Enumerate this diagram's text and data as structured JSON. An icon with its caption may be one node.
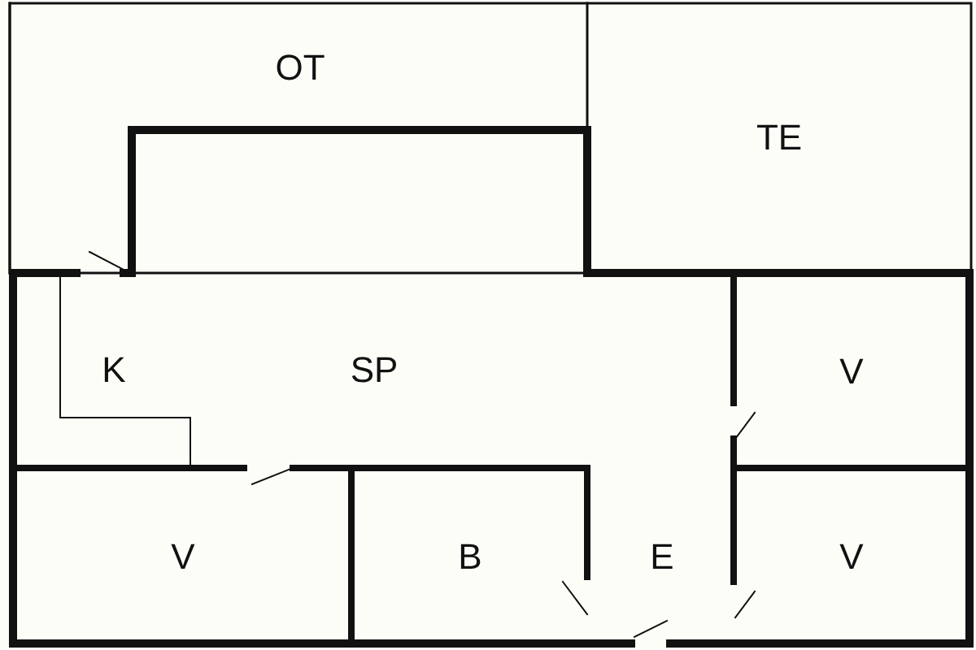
{
  "diagram": {
    "nodes": [
      {
        "text": [
          "OT"
        ]
      },
      {
        "text": [
          "TE"
        ]
      },
      {
        "text": [
          "K"
        ]
      },
      {
        "text": [
          "SP"
        ]
      },
      {
        "text": [
          "V"
        ]
      },
      {
        "text": [
          "V"
        ]
      },
      {
        "text": [
          "B"
        ]
      },
      {
        "text": [
          "E"
        ]
      },
      {
        "text": [
          "V"
        ]
      }
    ]
  }
}
